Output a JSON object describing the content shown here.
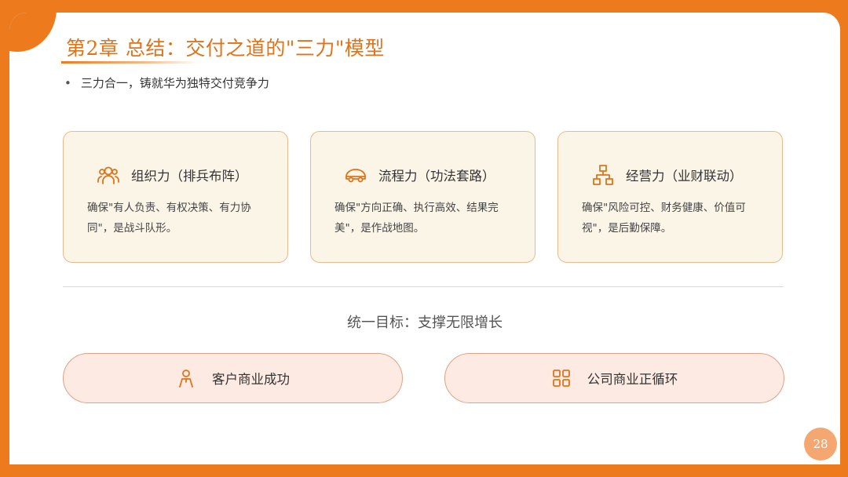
{
  "slide": {
    "title": "第2章  总结：交付之道的\"三力\"模型",
    "bullet": "三力合一，铸就华为独特交付竞争力",
    "cards": [
      {
        "icon": "people-icon",
        "title": "组织力（排兵布阵）",
        "desc": "确保\"有人负责、有权决策、有力协同\"，是战斗队形。"
      },
      {
        "icon": "car-icon",
        "title": "流程力（功法套路）",
        "desc": "确保\"方向正确、执行高效、结果完美\"，是作战地图。"
      },
      {
        "icon": "org-chart-icon",
        "title": "经营力（业财联动）",
        "desc": "确保\"风险可控、财务健康、价值可视\"，是后勤保障。"
      }
    ],
    "goal": "统一目标：支撑无限增长",
    "outcomes": [
      {
        "icon": "person-icon",
        "label": "客户商业成功"
      },
      {
        "icon": "grid-icon",
        "label": "公司商业正循环"
      }
    ],
    "page_number": "28"
  },
  "colors": {
    "accent": "#ee7a1e",
    "card_bg": "#fbf5e8",
    "card_border": "#eab98c",
    "pill_bg": "#fdebe3",
    "pill_border": "#e0a285",
    "page_badge": "#f5a772"
  }
}
